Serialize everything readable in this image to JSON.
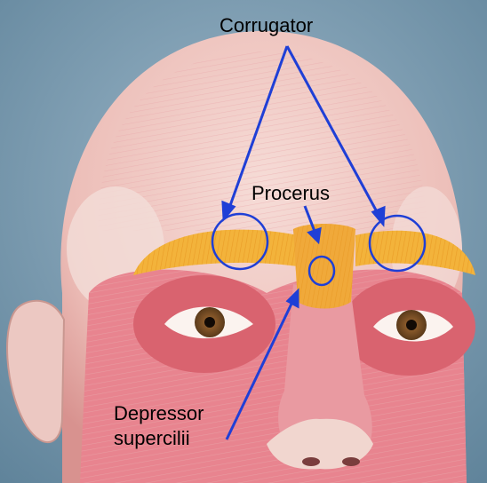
{
  "labels": {
    "corrugator": "Corrugator",
    "procerus": "Procerus",
    "depressor_line1": "Depressor",
    "depressor_line2": "supercilii"
  },
  "colors": {
    "background": "#6f93ab",
    "skin": "#f1cfc9",
    "muscle": "#e07a86",
    "highlight_muscle": "#f4b53a",
    "annotation": "#1f3fd6"
  }
}
